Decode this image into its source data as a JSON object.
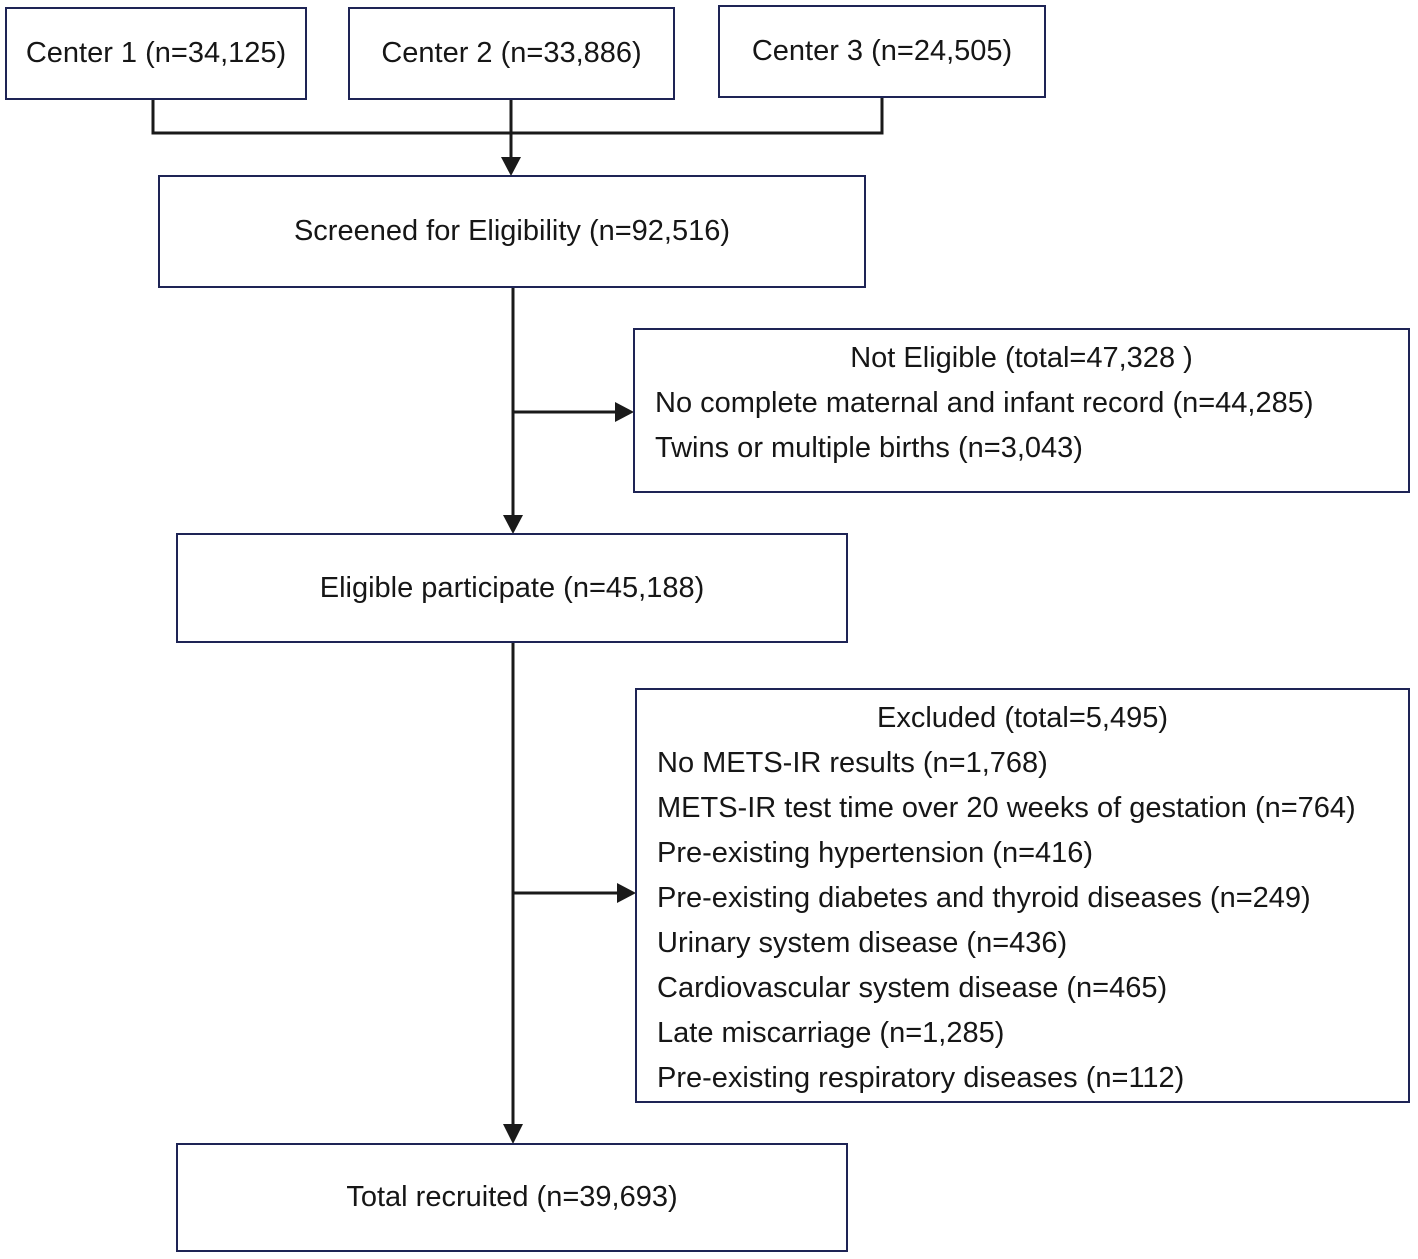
{
  "flowchart": {
    "colors": {
      "box_border": "#1e2455",
      "connector_line": "#1a1a1a",
      "text": "#161616"
    },
    "centers": [
      {
        "label": "Center 1 (n=34,125)"
      },
      {
        "label": "Center 2 (n=33,886)"
      },
      {
        "label": "Center 3 (n=24,505)"
      }
    ],
    "screened": {
      "label": "Screened for Eligibility (n=92,516)"
    },
    "not_eligible": {
      "title": "Not Eligible (total=47,328 )",
      "items": [
        "No complete maternal and infant record (n=44,285)",
        "Twins or multiple births (n=3,043)"
      ]
    },
    "eligible": {
      "label": "Eligible participate (n=45,188)"
    },
    "excluded": {
      "title": "Excluded (total=5,495)",
      "items": [
        "No METS-IR results (n=1,768)",
        "METS-IR test time over 20 weeks of gestation (n=764)",
        "Pre-existing hypertension (n=416)",
        "Pre-existing diabetes and thyroid diseases (n=249)",
        "Urinary system disease (n=436)",
        "Cardiovascular system disease (n=465)",
        "Late miscarriage (n=1,285)",
        "Pre-existing respiratory diseases (n=112)"
      ]
    },
    "total": {
      "label": "Total recruited (n=39,693)"
    }
  }
}
